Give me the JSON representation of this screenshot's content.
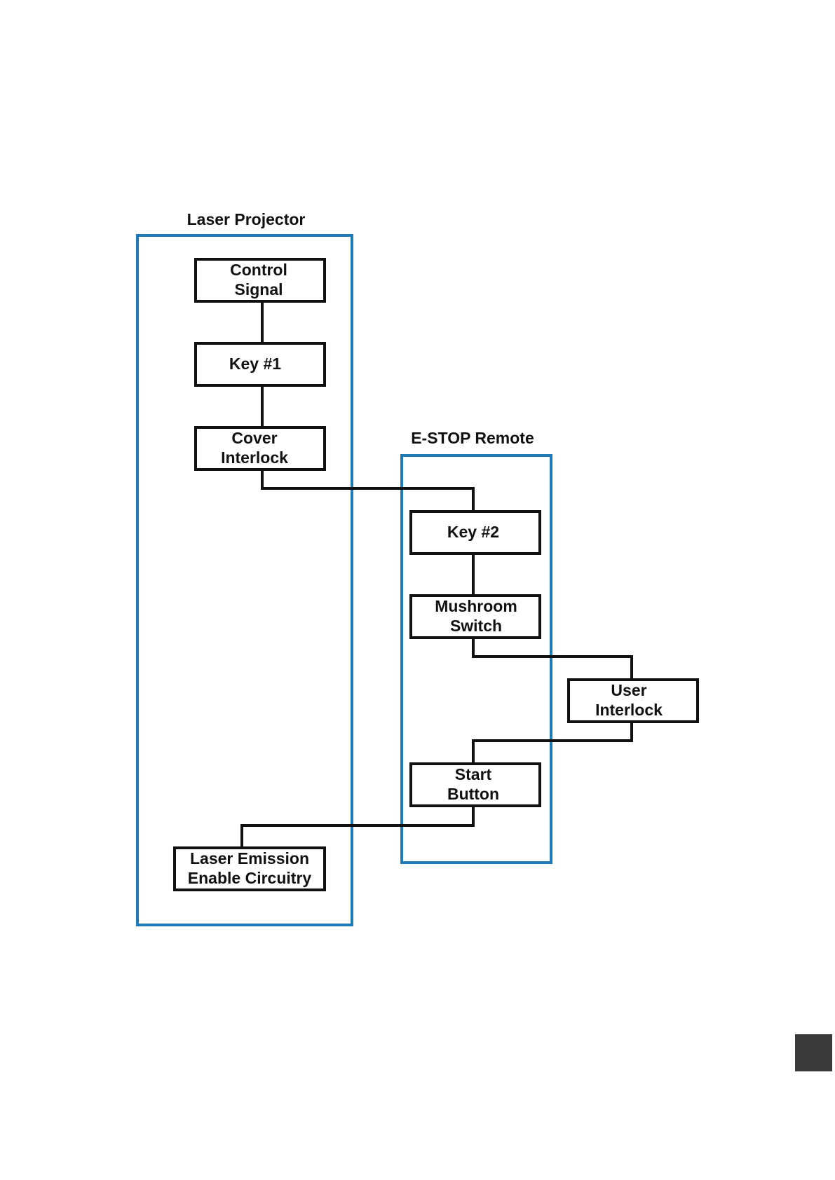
{
  "groups": {
    "laser_projector": {
      "title": "Laser Projector"
    },
    "estop_remote": {
      "title": "E-STOP Remote"
    }
  },
  "nodes": {
    "control_signal": {
      "line1": "Control",
      "line2": "Signal"
    },
    "key1": {
      "line1": "Key #1"
    },
    "cover_interlock": {
      "line1": "Cover",
      "line2": "Interlock"
    },
    "key2": {
      "line1": "Key #2"
    },
    "mushroom_switch": {
      "line1": "Mushroom",
      "line2": "Switch"
    },
    "user_interlock": {
      "line1": "User",
      "line2": "Interlock"
    },
    "start_button": {
      "line1": "Start",
      "line2": "Button"
    },
    "laser_emission": {
      "line1": "Laser Emission",
      "line2": "Enable Circuitry"
    }
  },
  "colors": {
    "group_border": "#1f7ab8",
    "node_border": "#111111",
    "corner_tab": "#3a3a3a"
  }
}
